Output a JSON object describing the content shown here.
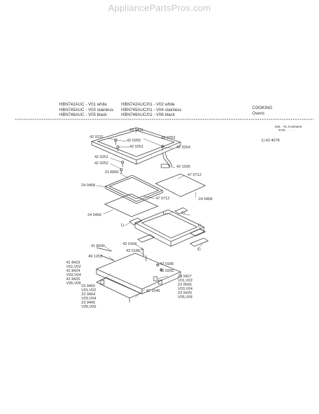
{
  "watermark": "AppliancePartsPros.com",
  "header": {
    "models_left": [
      "HBN742AUC - V01 white",
      "HBN745AUC - V03 stainless",
      "HBN746AUC - V05 black"
    ],
    "models_right": [
      "HBN742AUC/01 - V02 white",
      "HBN745AUC/01 - V04 stainless",
      "HBN746AUC/01 - V06 black"
    ],
    "category": "COOKING",
    "subcategory": "Ovens"
  },
  "side": {
    "col_header": "Mat. - Nr. Kombaete",
    "col_sub": "3746 . . . . . .",
    "note": "1) 43 4078"
  },
  "labels": {
    "p239411": "23 9411",
    "p420231": "42 0231",
    "p420253": "42 0253",
    "p420250": "42 0250",
    "p420251a": "42 0251",
    "p420254": "42 0254",
    "p420251b": "42 0251",
    "p420252": "42 0252",
    "p421026": "42 1026",
    "p238950": "23 8950",
    "p470712a": "47 0712",
    "p240458a": "24 0458",
    "p470712b": "47 0712",
    "p240458b": "24 0458",
    "p240456": "24 0456",
    "n1a": "1)",
    "n1b": "1)",
    "n1c": "1)",
    "n1d": "1)",
    "n1e": "1)",
    "p418436": "41 8436",
    "p420184": "42 0184",
    "p491253": "49 1253",
    "p420186a": "42 0186",
    "p418423": "41 8423",
    "p418423_v": "V01,V02",
    "p418424": "41 8424",
    "p418424_v": "V03,V04",
    "p418425": "41 8425",
    "p418425_v": "V05,V06",
    "p420186b": "42 0186",
    "p420255": "42 0255",
    "p239465": "23 9465",
    "p239465_v": "V01,V02",
    "p239464": "23 9464",
    "p239464_v": "V03,V04",
    "p239466": "23 9466",
    "p239466_v": "V05,V06",
    "p421546": "42 1546",
    "p239427": "23 9427",
    "p239427_v": "V01,V02",
    "p239565": "23 9565",
    "p239565_v": "V03,V04",
    "p239429": "23 9429",
    "p239429_v": "V05,V06"
  }
}
